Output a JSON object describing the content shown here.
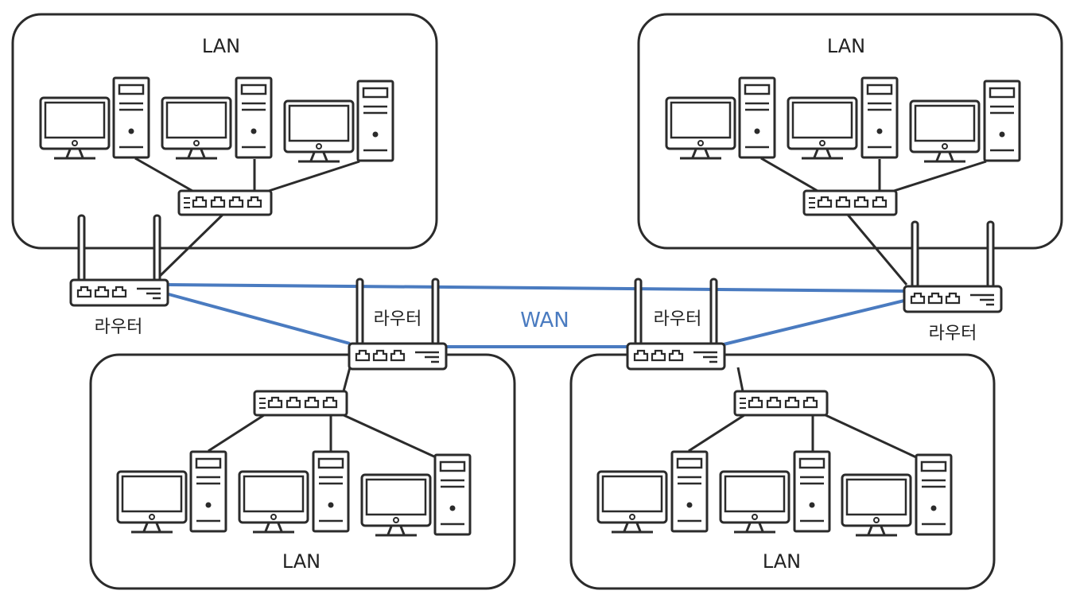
{
  "labels": {
    "lan": "LAN",
    "router": "라우터",
    "wan": "WAN"
  },
  "colors": {
    "stroke": "#2b2b2b",
    "wan_link": "#4a7bc0",
    "background": "#ffffff"
  },
  "icons": [
    "monitor-icon",
    "pc-tower-icon",
    "switch-icon",
    "router-icon"
  ]
}
